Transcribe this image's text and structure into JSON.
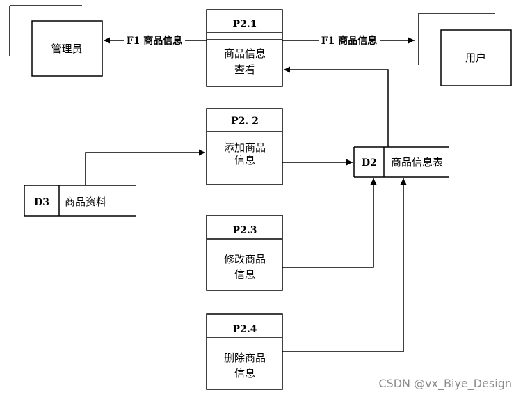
{
  "entities": {
    "admin": "管理员",
    "user": "用户"
  },
  "processes": [
    {
      "id": "P2.1",
      "lines": [
        "商品信息",
        "查看"
      ]
    },
    {
      "id": "P2. 2",
      "lines": [
        "添加商品",
        "信息"
      ]
    },
    {
      "id": "P2.3",
      "lines": [
        "修改商品",
        "信息"
      ]
    },
    {
      "id": "P2.4",
      "lines": [
        "删除商品",
        "信息"
      ]
    }
  ],
  "data_stores": {
    "d3": {
      "id": "D3",
      "name": "商品资料"
    },
    "d2": {
      "id": "D2",
      "name": "商品信息表"
    }
  },
  "flows": {
    "to_admin": "F1 商品信息",
    "to_user": "F1 商品信息"
  },
  "watermark": "CSDN @vx_Biye_Design"
}
